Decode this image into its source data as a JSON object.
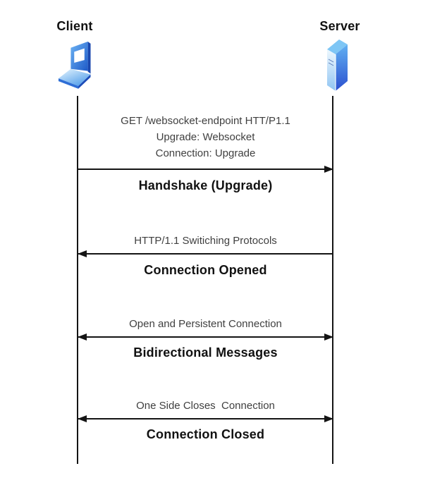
{
  "participants": [
    {
      "name": "Client",
      "icon": "laptop-icon"
    },
    {
      "name": "Server",
      "icon": "server-tower-icon"
    }
  ],
  "messages": [
    {
      "lines": [
        "GET /websocket-endpoint HTT/P1.1",
        "Upgrade: Websocket",
        "Connection: Upgrade"
      ],
      "title": "Handshake (Upgrade)",
      "direction": "right"
    },
    {
      "lines": [
        "HTTP/1.1 Switiching Protocols"
      ],
      "title": "Connection Opened",
      "direction": "left"
    },
    {
      "lines": [
        "Open and Persistent Connection"
      ],
      "title": "Bidirectional Messages",
      "direction": "both"
    },
    {
      "lines": [
        "One Side Closes  Connection"
      ],
      "title": "Connection Closed",
      "direction": "both"
    }
  ],
  "colors": {
    "background": "#ffffff",
    "line": "#141414",
    "title_text": "#111111",
    "message_text": "#3f3f3f",
    "icon_blue_light": "#cfe8fb",
    "icon_blue": "#4a9ae8",
    "icon_blue_dark": "#2250c8"
  }
}
